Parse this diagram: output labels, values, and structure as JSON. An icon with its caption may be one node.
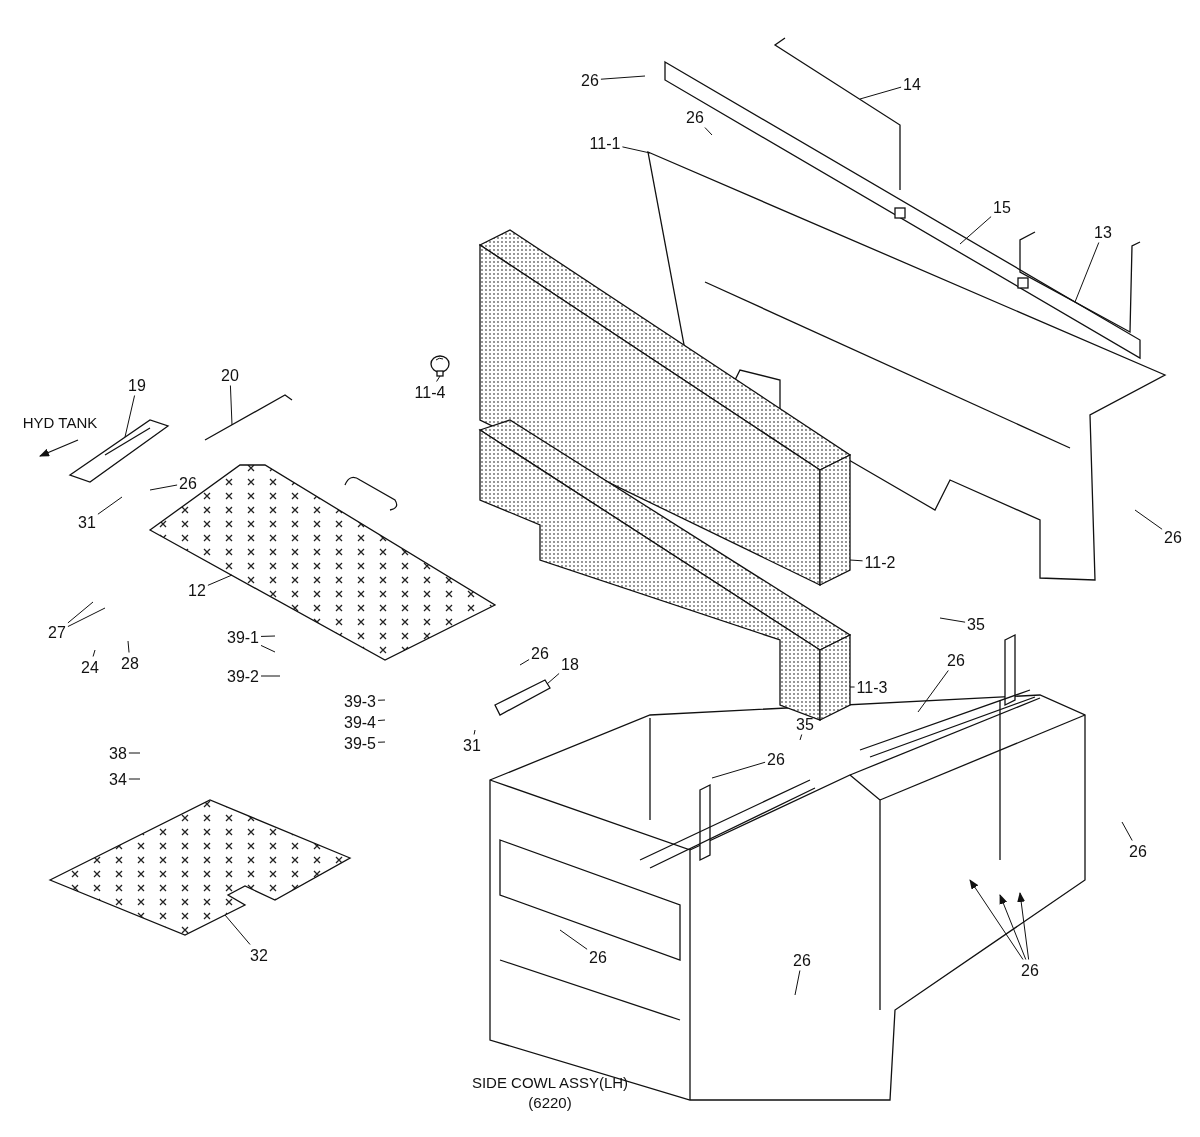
{
  "diagram": {
    "nodes": [
      {
        "text": [
          "26"
        ]
      },
      {
        "text": [
          "14"
        ]
      },
      {
        "text": [
          "26"
        ]
      },
      {
        "text": [
          "11-1"
        ]
      },
      {
        "text": [
          "15"
        ]
      },
      {
        "text": [
          "13"
        ]
      },
      {
        "text": [
          "19"
        ]
      },
      {
        "text": [
          "20"
        ]
      },
      {
        "text": [
          "26"
        ]
      },
      {
        "text": [
          "11-4"
        ]
      },
      {
        "text": [
          "31"
        ]
      },
      {
        "text": [
          "12"
        ]
      },
      {
        "text": [
          "11-2"
        ]
      },
      {
        "text": [
          "26"
        ]
      },
      {
        "text": [
          "27"
        ]
      },
      {
        "text": [
          "24"
        ]
      },
      {
        "text": [
          "28"
        ]
      },
      {
        "text": [
          "39-1"
        ]
      },
      {
        "text": [
          "39-2"
        ]
      },
      {
        "text": [
          "11-3"
        ]
      },
      {
        "text": [
          "26"
        ]
      },
      {
        "text": [
          "18"
        ]
      },
      {
        "text": [
          "26"
        ]
      },
      {
        "text": [
          "35"
        ]
      },
      {
        "text": [
          "39-3"
        ]
      },
      {
        "text": [
          "39-4"
        ]
      },
      {
        "text": [
          "39-5"
        ]
      },
      {
        "text": [
          "31"
        ]
      },
      {
        "text": [
          "38"
        ]
      },
      {
        "text": [
          "34"
        ]
      },
      {
        "text": [
          "35"
        ]
      },
      {
        "text": [
          "26"
        ]
      },
      {
        "text": [
          "26"
        ]
      },
      {
        "text": [
          "32"
        ]
      },
      {
        "text": [
          "26"
        ]
      },
      {
        "text": [
          "26"
        ]
      },
      {
        "text": [
          "26"
        ]
      },
      {
        "text": [],
        "shape": "picture"
      },
      {
        "text": [],
        "shape": "picture"
      },
      {
        "text": [],
        "shape": "picture"
      },
      {
        "text": [],
        "shape": "picture"
      },
      {
        "text": [],
        "shape": "picture"
      },
      {
        "text": [],
        "shape": "picture"
      },
      {
        "text": [],
        "shape": "picture"
      },
      {
        "text": [],
        "shape": "picture"
      },
      {
        "text": [],
        "shape": "picture"
      },
      {
        "text": [],
        "shape": "picture"
      },
      {
        "text": [],
        "shape": "picture"
      },
      {
        "text": [],
        "shape": "picture"
      }
    ],
    "edges": [
      {
        "from": 0,
        "to": null,
        "arrow": "none"
      },
      {
        "from": 1,
        "to": 37,
        "arrow": "none"
      },
      {
        "from": 2,
        "to": null,
        "arrow": "none"
      },
      {
        "from": 3,
        "to": 40,
        "arrow": "none"
      },
      {
        "from": 4,
        "to": 38,
        "arrow": "none"
      },
      {
        "from": 5,
        "to": 39,
        "arrow": "none"
      },
      {
        "from": 6,
        "to": 44,
        "arrow": "none"
      },
      {
        "from": 7,
        "to": 45,
        "arrow": "none"
      },
      {
        "from": 8,
        "to": null,
        "arrow": "none"
      },
      {
        "from": 9,
        "to": 41,
        "arrow": "none"
      },
      {
        "from": 10,
        "to": null,
        "arrow": "none"
      },
      {
        "from": 11,
        "to": 46,
        "arrow": "none"
      },
      {
        "from": 12,
        "to": 42,
        "arrow": "none"
      },
      {
        "from": 13,
        "to": null,
        "arrow": "none"
      },
      {
        "from": 14,
        "to": null,
        "arrow": "none"
      },
      {
        "from": 14,
        "to": null,
        "arrow": "none"
      },
      {
        "from": 15,
        "to": null,
        "arrow": "none"
      },
      {
        "from": 16,
        "to": null,
        "arrow": "none"
      },
      {
        "from": 17,
        "to": null,
        "arrow": "none"
      },
      {
        "from": 17,
        "to": null,
        "arrow": "none"
      },
      {
        "from": 18,
        "to": null,
        "arrow": "none"
      },
      {
        "from": 19,
        "to": 43,
        "arrow": "none"
      },
      {
        "from": 20,
        "to": null,
        "arrow": "none"
      },
      {
        "from": 21,
        "to": 47,
        "arrow": "none"
      },
      {
        "from": 22,
        "to": null,
        "arrow": "none"
      },
      {
        "from": 23,
        "to": null,
        "arrow": "none"
      },
      {
        "from": 24,
        "to": null,
        "arrow": "none"
      },
      {
        "from": 25,
        "to": null,
        "arrow": "none"
      },
      {
        "from": 26,
        "to": null,
        "arrow": "none"
      },
      {
        "from": 27,
        "to": null,
        "arrow": "none"
      },
      {
        "from": 28,
        "to": null,
        "arrow": "none"
      },
      {
        "from": 29,
        "to": null,
        "arrow": "none"
      },
      {
        "from": 30,
        "to": null,
        "arrow": "none"
      },
      {
        "from": 31,
        "to": null,
        "arrow": "none"
      },
      {
        "from": 32,
        "to": null,
        "arrow": "none"
      },
      {
        "from": 33,
        "to": 48,
        "arrow": "none"
      },
      {
        "from": 34,
        "to": null,
        "arrow": "none"
      },
      {
        "from": 35,
        "to": null,
        "arrow": "to"
      },
      {
        "from": 35,
        "to": null,
        "arrow": "to"
      },
      {
        "from": 35,
        "to": null,
        "arrow": "to"
      },
      {
        "from": 36,
        "to": null,
        "arrow": "none"
      }
    ],
    "labels": [
      "HYD TANK",
      "SIDE COWL ASSY(LH)",
      "(6220)"
    ]
  }
}
